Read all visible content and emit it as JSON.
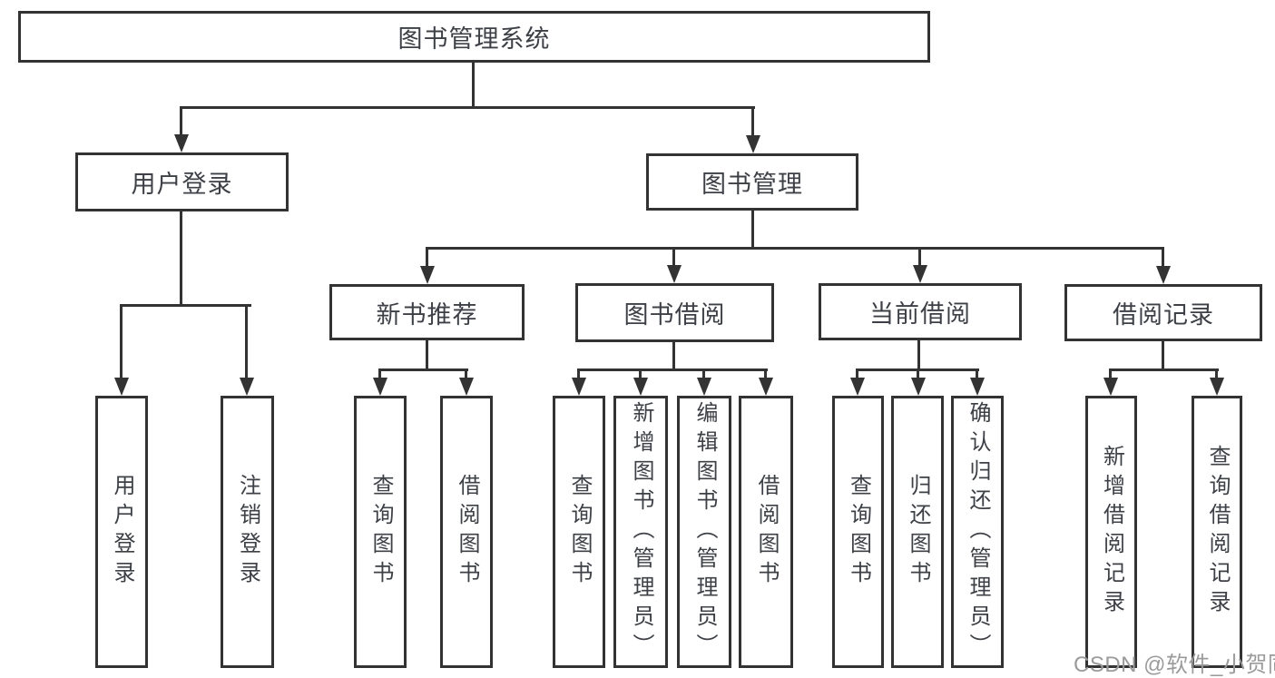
{
  "org": {
    "root": {
      "label": "图书管理系统"
    },
    "user_login": {
      "label": "用户登录",
      "children": [
        "用户登录",
        "注销登录"
      ]
    },
    "book_management": {
      "label": "图书管理",
      "new_book_recommend": {
        "label": "新书推荐",
        "children": [
          "查询图书",
          "借阅图书"
        ]
      },
      "book_borrowing": {
        "label": "图书借阅",
        "children": [
          "查询图书",
          "新增图书（管理员）",
          "编辑图书（管理员）",
          "借阅图书"
        ]
      },
      "current_borrowing": {
        "label": "当前借阅",
        "children": [
          "查询图书",
          "归还图书",
          "确认归还（管理员）"
        ]
      },
      "borrowing_records": {
        "label": "借阅记录",
        "children": [
          "新增借阅记录",
          "查询借阅记录"
        ]
      }
    }
  },
  "watermark": {
    "text": "CSDN @软件_小贺同学"
  },
  "colors": {
    "line": "#333333",
    "text": "#3d4046",
    "watermark": "#9b9b9b",
    "background": "#ffffff"
  }
}
